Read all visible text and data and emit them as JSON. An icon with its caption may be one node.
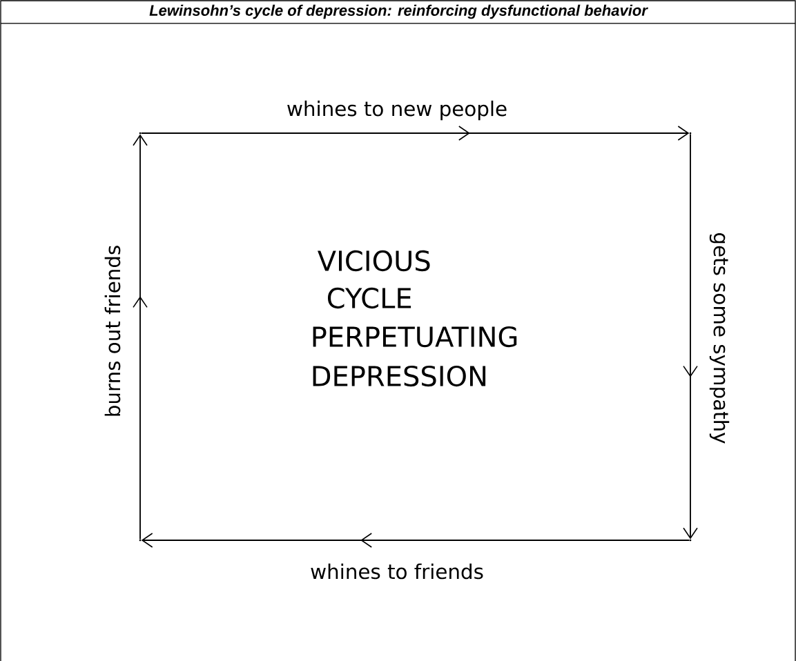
{
  "diagram": {
    "title": "Lewinsohn’s cycle of depression: reinforcing dysfunctional behavior",
    "nodes": [
      {
        "text": [],
        "shape": "point"
      },
      {
        "text": [],
        "shape": "point"
      },
      {
        "text": [],
        "shape": "point"
      },
      {
        "text": [],
        "shape": "point"
      }
    ],
    "edges": [
      {
        "from": 0,
        "to": 1,
        "arrow": "to",
        "label": "whines to new people"
      },
      {
        "from": 1,
        "to": 2,
        "arrow": "to",
        "label": "gets some sympathy"
      },
      {
        "from": 2,
        "to": 3,
        "arrow": "to",
        "label": "whines to friends"
      },
      {
        "from": 3,
        "to": 0,
        "arrow": "to",
        "label": "burns out friends"
      }
    ],
    "labels": [
      "VICIOUS",
      "CYCLE",
      "PERPETUATING",
      "DEPRESSION"
    ]
  }
}
